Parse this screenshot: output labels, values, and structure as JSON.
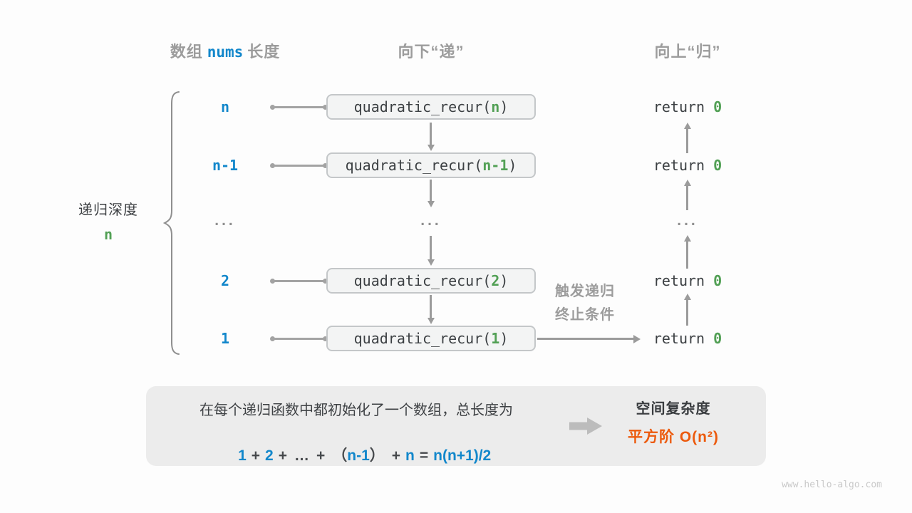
{
  "headers": {
    "left": {
      "prefix": "数组",
      "code": "nums",
      "suffix": "长度"
    },
    "middle": "向下“递”",
    "right": "向上“归”"
  },
  "depth_title": {
    "text": "递归深度",
    "value": "n"
  },
  "rows": [
    {
      "depth": "n",
      "call_prefix": "quadratic_recur(",
      "call_arg": "n",
      "call_suffix": ")",
      "return_text": "return ",
      "return_value": "0"
    },
    {
      "depth": "n-1",
      "call_prefix": "quadratic_recur(",
      "call_arg": "n-1",
      "call_suffix": ")",
      "return_text": "return ",
      "return_value": "0"
    },
    {
      "left_ellipsis": "...",
      "mid_ellipsis": "...",
      "right_ellipsis": "..."
    },
    {
      "depth": "2",
      "call_prefix": "quadratic_recur(",
      "call_arg": "2",
      "call_suffix": ")",
      "return_text": "return ",
      "return_value": "0"
    },
    {
      "depth": "1",
      "call_prefix": "quadratic_recur(",
      "call_arg": "1",
      "call_suffix": ")",
      "return_text": "return ",
      "return_value": "0"
    }
  ],
  "base_case": {
    "line1": "触发递归",
    "line2": "终止条件"
  },
  "summary": {
    "description": "在每个递归函数中都初始化了一个数组，总长度为",
    "formula": {
      "t1": "1",
      "op1": "+",
      "t2": "2",
      "op2": "+",
      "dots": "…",
      "op3": "+",
      "p_open": "（",
      "t3": "n-1",
      "p_close": "）",
      "op4": "+",
      "t4": "n",
      "eq": "=",
      "t5": "n(n+1)/2"
    },
    "result_label": "空间复杂度",
    "result_value": "平方阶 O(n²)"
  },
  "colors": {
    "blue": "#1287cb",
    "green": "#52a055",
    "orange": "#ec5a0d",
    "gray_text": "#9c9c9c",
    "dark_text": "#3c4043",
    "box_bg": "#f3f4f4",
    "panel_bg": "#ececec"
  },
  "watermark": "www.hello-algo.com"
}
